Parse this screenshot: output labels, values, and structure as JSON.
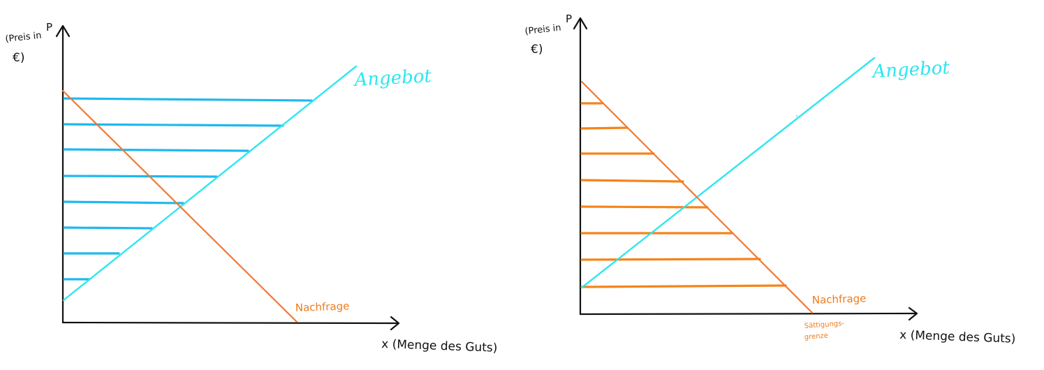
{
  "diagrams": [
    {
      "y_axis_symbol": "P",
      "y_axis_label_line1": "(Preis in",
      "y_axis_label_line2": "€)",
      "x_axis_label": "x (Menge des Guts)",
      "supply_label": "Angebot",
      "demand_label": "Nachfrage",
      "hatch_color": "#1fb8ee"
    },
    {
      "y_axis_symbol": "P",
      "y_axis_label_line1": "(Preis in",
      "y_axis_label_line2": "€)",
      "x_axis_label": "x (Menge des Guts)",
      "supply_label": "Angebot",
      "demand_label": "Nachfrage",
      "saturation_label_line1": "Sättigungs-",
      "saturation_label_line2": "grenze",
      "hatch_color": "#f5841a"
    }
  ],
  "colors": {
    "supply": "#2ee6f0",
    "demand": "#f07a33",
    "axes": "#111111"
  }
}
